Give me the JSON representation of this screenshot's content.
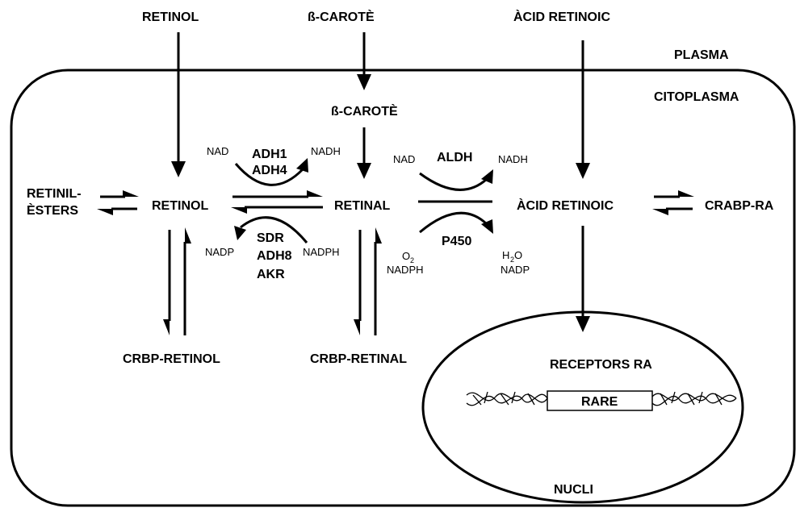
{
  "outside": {
    "retinol": "RETINOL",
    "beta_carotene": "ß-CAROTÈ",
    "retinoic_acid": "ÀCID RETINOIC"
  },
  "compartments": {
    "plasma": "PLASMA",
    "cytoplasm": "CITOPLASMA",
    "nucleus": "NUCLI"
  },
  "cytoplasm": {
    "beta_carotene": "ß-CAROTÈ",
    "retinyl_esters_line1": "RETINIL-",
    "retinyl_esters_line2": "ÈSTERS",
    "retinol": "RETINOL",
    "retinal": "RETINAL",
    "retinoic_acid": "ÀCID RETINOIC",
    "crabp_ra": "CRABP-RA",
    "crbp_retinol": "CRBP-RETINOL",
    "crbp_retinal": "CRBP-RETINAL"
  },
  "enzymes": {
    "adh1": "ADH1",
    "adh4": "ADH4",
    "sdr": "SDR",
    "adh8": "ADH8",
    "akr": "AKR",
    "aldh": "ALDH",
    "p450": "P450"
  },
  "cofactors": {
    "nad_1": "NAD",
    "nadh_1": "NADH",
    "nadp_1": "NADP",
    "nadph_1": "NADPH",
    "nad_2": "NAD",
    "nadh_2": "NADH",
    "o2_base": "O",
    "o2_sub": "2",
    "nadph_2": "NADPH",
    "h2o_h": "H",
    "h2o_sub": "2",
    "h2o_o": "O",
    "nadp_2": "NADP"
  },
  "nucleus": {
    "receptors": "RECEPTORS RA",
    "rare": "RARE"
  }
}
